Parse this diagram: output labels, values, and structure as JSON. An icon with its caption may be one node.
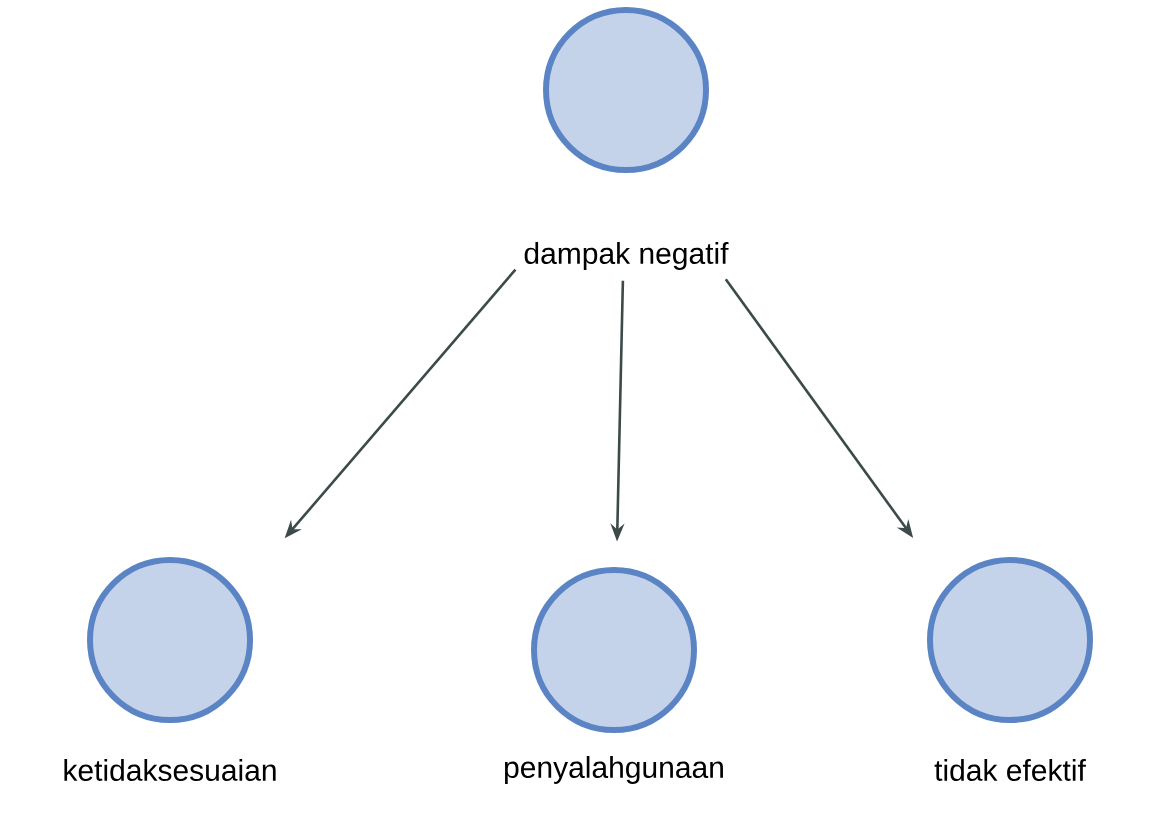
{
  "diagram": {
    "nodes": [
      {
        "text": [
          "dampak negatif"
        ]
      },
      {
        "text": [
          "ketidaksesuaian"
        ]
      },
      {
        "text": [
          "penyalahgunaan"
        ]
      },
      {
        "text": [
          "tidak efektif"
        ]
      }
    ],
    "edges": [
      {
        "from": 0,
        "to": 1,
        "arrow": "to"
      },
      {
        "from": 0,
        "to": 2,
        "arrow": "to"
      },
      {
        "from": 0,
        "to": 3,
        "arrow": "to"
      }
    ]
  }
}
